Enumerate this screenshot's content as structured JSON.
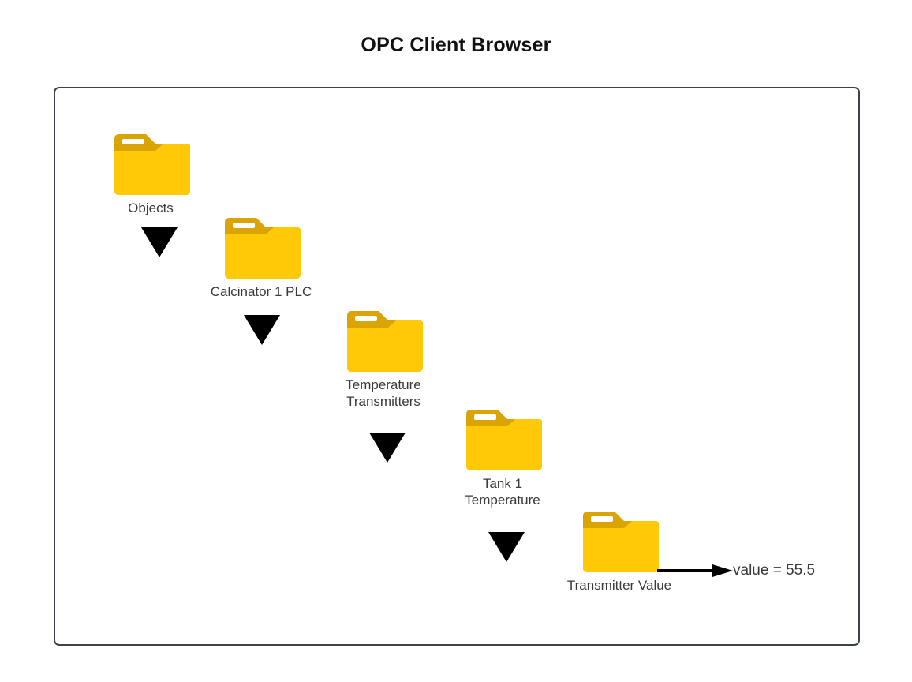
{
  "page": {
    "title": "OPC Client Browser"
  },
  "colors": {
    "folder_body": "#FFC907",
    "folder_tab": "#D9A404",
    "folder_stripe": "#FFFFFF",
    "frame_border": "#3C414C",
    "label_text": "#3A3A3A",
    "title_text": "#111111",
    "arrow": "#000000",
    "background": "#FFFFFF"
  },
  "tree": {
    "nodes": [
      {
        "id": "objects",
        "label": "Objects",
        "icon": "folder-icon"
      },
      {
        "id": "calcinator-1-plc",
        "label": "Calcinator 1 PLC",
        "icon": "folder-icon"
      },
      {
        "id": "temperature-transmitters",
        "label": "Temperature\nTransmitters",
        "icon": "folder-icon"
      },
      {
        "id": "tank-1-temperature",
        "label": "Tank 1\nTemperature",
        "icon": "folder-icon"
      },
      {
        "id": "transmitter-value",
        "label": "Transmitter Value",
        "icon": "folder-icon"
      }
    ],
    "connectors": [
      {
        "from": "objects",
        "to": "calcinator-1-plc",
        "icon": "triangle-down-icon"
      },
      {
        "from": "calcinator-1-plc",
        "to": "temperature-transmitters",
        "icon": "triangle-down-icon"
      },
      {
        "from": "temperature-transmitters",
        "to": "tank-1-temperature",
        "icon": "triangle-down-icon"
      },
      {
        "from": "tank-1-temperature",
        "to": "transmitter-value",
        "icon": "triangle-down-icon"
      }
    ]
  },
  "value_readout": {
    "text": "value = 55.5",
    "arrow_icon": "arrow-right-icon"
  }
}
